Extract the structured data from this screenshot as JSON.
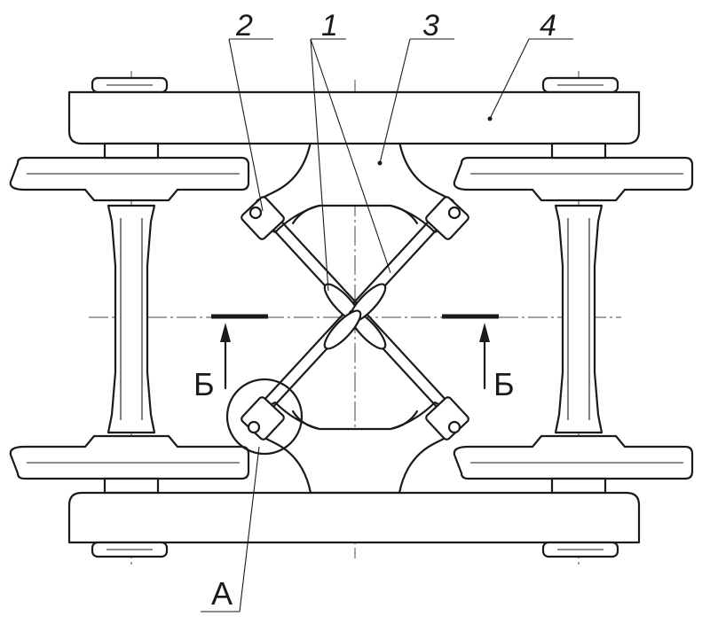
{
  "callouts": {
    "c1": "1",
    "c2": "2",
    "c3": "3",
    "c4": "4"
  },
  "detail": "А",
  "section": {
    "left": "Б",
    "right": "Б"
  }
}
